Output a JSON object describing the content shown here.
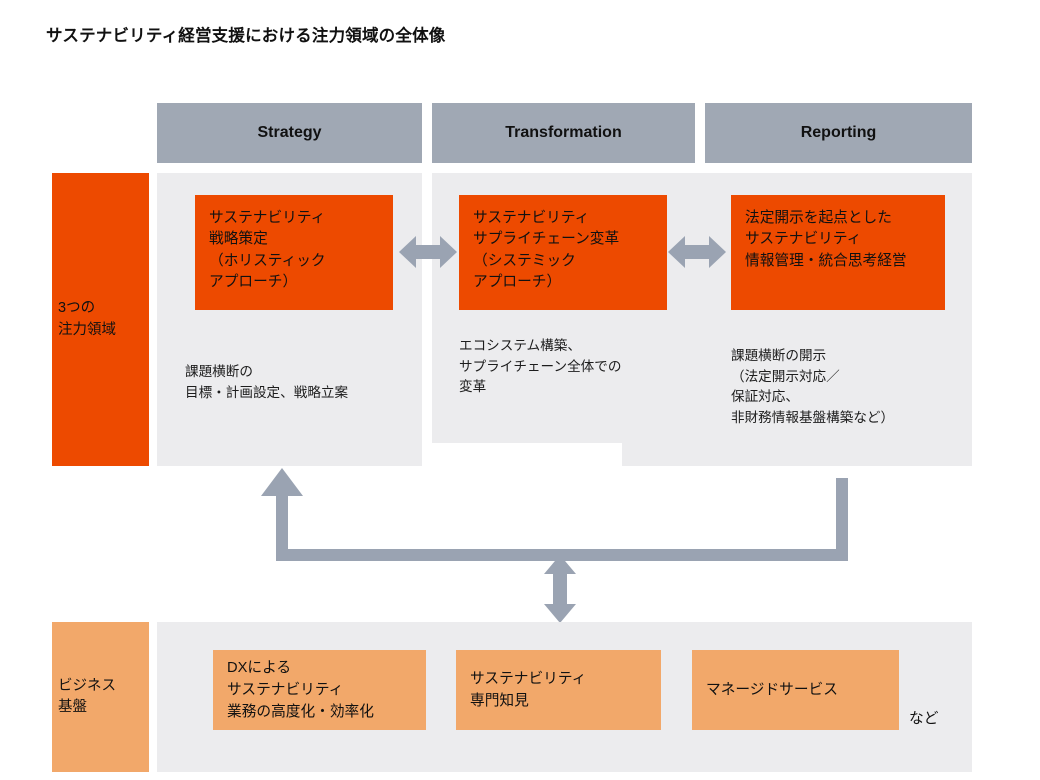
{
  "title": "サステナビリティ経営支援における注力領域の全体像",
  "colors": {
    "orange": "#ed4a00",
    "light_orange": "#f2a86a",
    "header_gray": "#a0a8b4",
    "panel_gray": "#ececee",
    "arrow_gray": "#9aa3b2",
    "text": "#111111"
  },
  "headers": [
    {
      "label": "Strategy"
    },
    {
      "label": "Transformation"
    },
    {
      "label": "Reporting"
    }
  ],
  "focus_section": {
    "tag": "3つの\n注力領域",
    "columns": [
      {
        "key": "strategy",
        "box": "サステナビリティ\n戦略策定\n（ホリスティック\nアプローチ）",
        "description": "課題横断の\n目標・計画設定、戦略立案"
      },
      {
        "key": "transformation",
        "box": "サステナビリティ\nサプライチェーン変革\n（システミック\nアプローチ）",
        "description": "エコシステム構築、\nサプライチェーン全体での\n変革"
      },
      {
        "key": "reporting",
        "box": "法定開示を起点とした\nサステナビリティ\n情報管理・統合思考経営",
        "description": "課題横断の開示\n（法定開示対応／\n保証対応、\n非財務情報基盤構築など）"
      }
    ]
  },
  "base_section": {
    "tag": "ビジネス\n基盤",
    "boxes": [
      {
        "label": "DXによる\nサステナビリティ\n業務の高度化・効率化"
      },
      {
        "label": "サステナビリティ\n専門知見"
      },
      {
        "label": "マネージドサービス"
      }
    ],
    "etc_label": "など"
  },
  "arrows": {
    "strategy_to_transformation": "double-arrow-horizontal-icon",
    "transformation_to_reporting": "double-arrow-horizontal-icon",
    "feedback_loop": "loop-arrow-icon",
    "base_to_focus": "double-arrow-vertical-icon"
  }
}
